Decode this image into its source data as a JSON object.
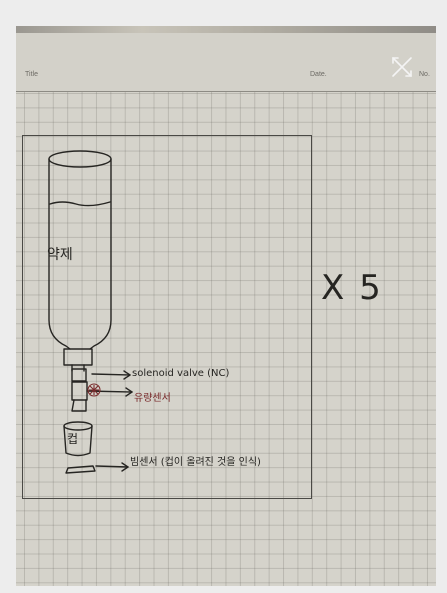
{
  "header": {
    "title_label": "Title",
    "date_label": "Date.",
    "no_label": "No."
  },
  "viewer": {
    "close_icon": "close-icon"
  },
  "diagram": {
    "bottle_label": "약제",
    "valve_label": "solenoid valve (NC)",
    "flow_sensor_label": "유량센서",
    "cup_label": "컵",
    "beam_sensor_label": "빔센서 (컵이 올려진 것을 인식)",
    "multiplier": "X 5",
    "colors": {
      "ink": "#262522",
      "flow_sensor_ink": "#7a2b2c"
    }
  }
}
